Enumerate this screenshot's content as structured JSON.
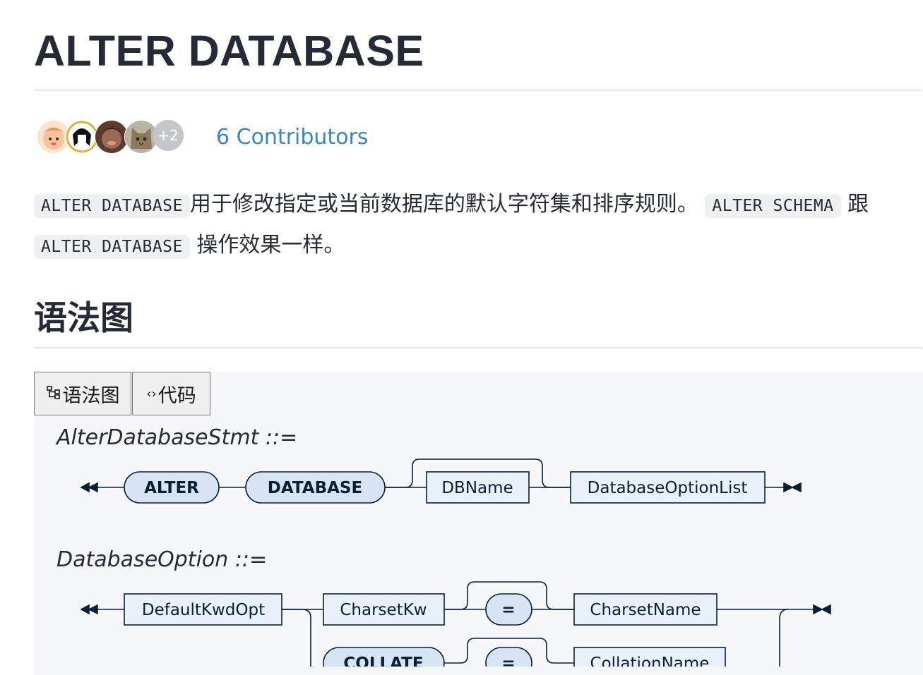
{
  "page": {
    "title": "ALTER DATABASE",
    "contributors": {
      "overflow_badge": "+2",
      "link_text": "6 Contributors"
    },
    "intro": {
      "code1": "ALTER DATABASE",
      "text1": "用于修改指定或当前数据库的默认字符集和排序规则。",
      "code2": "ALTER SCHEMA",
      "text2": "跟",
      "code3": "ALTER DATABASE",
      "text3": "操作效果一样。"
    },
    "section_title": "语法图",
    "tabs": {
      "diagram_icon": "tree-icon",
      "diagram_label": "语法图",
      "code_icon": "code-brackets-icon",
      "code_icon_glyph": "‹›",
      "code_label": "代码"
    },
    "rules": [
      {
        "name": "AlterDatabaseStmt",
        "def": "::=",
        "nodes": [
          "ALTER",
          "DATABASE",
          "DBName",
          "DatabaseOptionList"
        ]
      },
      {
        "name": "DatabaseOption",
        "def": "::=",
        "nodes": [
          "DefaultKwdOpt",
          "CharsetKw",
          "=",
          "CharsetName",
          "COLLATE",
          "=",
          "CollationName"
        ]
      }
    ]
  },
  "colors": {
    "title_text": "#262a36",
    "link": "#3a86bd",
    "terminal_fill": "#d6e4f4",
    "nonterminal_fill": "#e9f1fa",
    "diagram_stroke": "#0b1e36",
    "panel_bg": "#f5f7f9",
    "code_bg": "#eef0f2"
  }
}
